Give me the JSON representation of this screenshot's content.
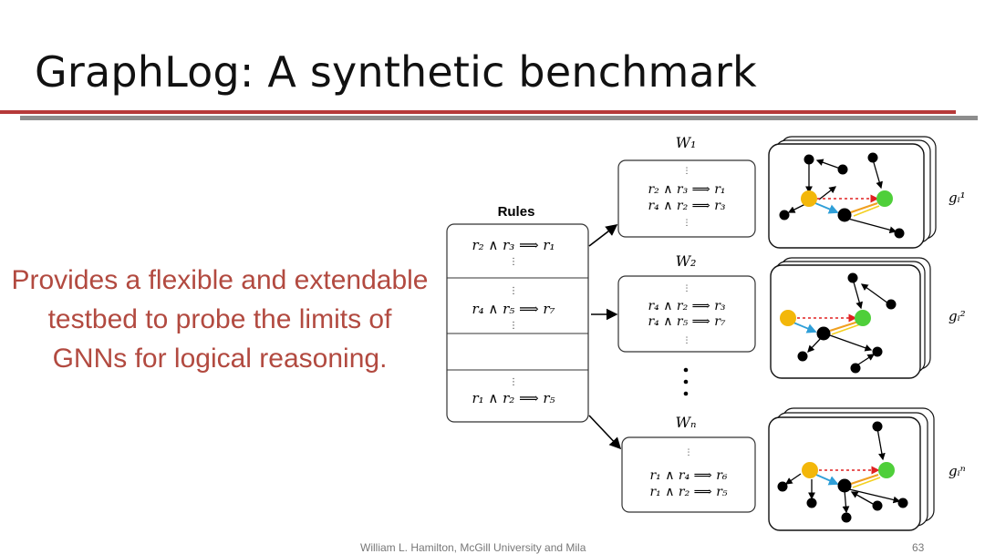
{
  "slide": {
    "title": "GraphLog: A synthetic benchmark",
    "body": "Provides a flexible and extendable testbed to probe the limits of GNNs for logical reasoning.",
    "footer": "William L. Hamilton, McGill University and Mila",
    "page_number": "63"
  },
  "diagram": {
    "rules_heading": "Rules",
    "rules": [
      "r₂ ∧ r₃ ⟹ r₁",
      "r₄ ∧ r₅ ⟹ r₇",
      "",
      "r₁ ∧ r₂ ⟹ r₅"
    ],
    "worlds": [
      {
        "label": "W₁",
        "rules": [
          "r₂ ∧ r₃ ⟹ r₁",
          "r₄ ∧ r₂ ⟹ r₃"
        ],
        "graph_label": "gᵢ¹"
      },
      {
        "label": "W₂",
        "rules": [
          "r₄ ∧ r₂ ⟹ r₃",
          "r₄ ∧ r₅ ⟹ r₇"
        ],
        "graph_label": "gᵢ²"
      },
      {
        "label": "Wₙ",
        "rules": [
          "r₁ ∧ r₄ ⟹ r₆",
          "r₁ ∧ r₂ ⟹ r₅"
        ],
        "graph_label": "gᵢⁿ"
      }
    ],
    "colors": {
      "source_node": "#f3b70a",
      "target_node": "#4fcf3a",
      "query_edge": "#e02020",
      "path_edge_blue": "#2f9fd8",
      "path_edge_orange": "#f0a020",
      "path_edge_yellow": "#f3d020",
      "title_rule_red": "#b63a3a",
      "body_text": "#b24a40"
    }
  }
}
